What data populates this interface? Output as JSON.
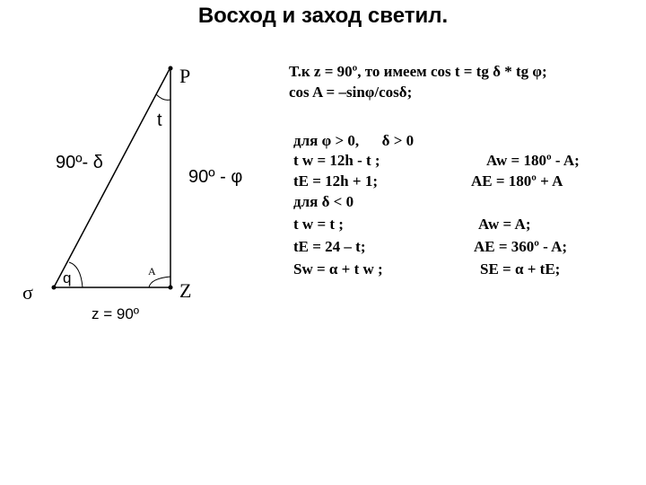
{
  "title": "Восход и заход светил.",
  "diagram": {
    "label_P": "P",
    "label_t": "t",
    "label_90_minus_delta": "90º- δ",
    "label_90_minus_phi": "90º - φ",
    "label_sigma": "σ",
    "label_q": "q",
    "label_A": "A",
    "label_Z": "Z",
    "label_z90": "z = 90º"
  },
  "formulas": {
    "intro_line1": "Т.к z = 90º, то имеем cos t = tg δ * tg φ;",
    "intro_line2": "cos A = –sinφ/cosδ;",
    "left_lines": [
      "для φ > 0,      δ > 0",
      "t w = 12h - t ;",
      "tE = 12h + 1;",
      "для δ < 0",
      "t w = t ;",
      "tE = 24 – t;",
      "Sw = α + t w ;"
    ],
    "right_lines": [
      "Aw = 180º - A;",
      "AE = 180º + A",
      "Aw = A;",
      "AE = 360º - A;",
      "SE = α + tE;"
    ]
  }
}
